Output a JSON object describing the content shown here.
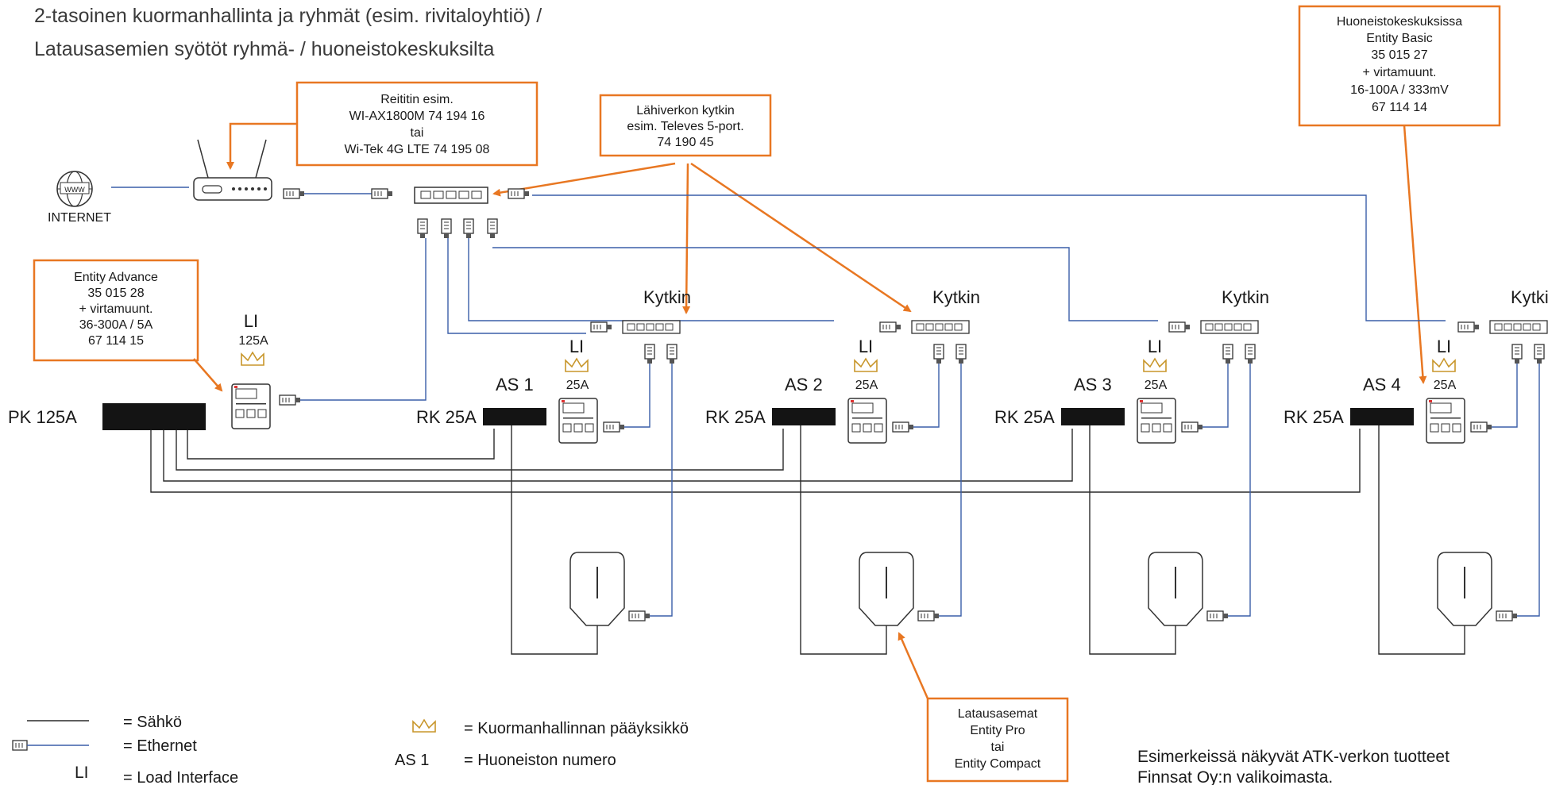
{
  "title": {
    "line1": "2-tasoinen kuormanhallinta ja ryhmät (esim. rivitaloyhtiö) /",
    "line2": "Latausasemien syötöt ryhmä- / huoneistokeskuksilta"
  },
  "callouts": {
    "router": [
      "Reititin esim.",
      "WI-AX1800M 74 194 16",
      "tai",
      "Wi-Tek 4G LTE 74 195 08"
    ],
    "lan_switch": [
      "Lähiverkon kytkin",
      "esim. Televes 5-port.",
      "74 190 45"
    ],
    "entity_advance": [
      "Entity Advance",
      "35 015 28",
      "+ virtamuunt.",
      "36-300A / 5A",
      "67 114 15"
    ],
    "entity_basic": [
      "Huoneistokeskuksissa",
      "Entity Basic",
      "35 015 27",
      "+ virtamuunt.",
      "16-100A / 333mV",
      "67 114 14"
    ],
    "chargers": [
      "Latausasemat",
      "Entity Pro",
      "tai",
      "Entity Compact"
    ]
  },
  "internet_label": "INTERNET",
  "www_label": "WWW",
  "main_panel": {
    "label": "PK 125A",
    "li": "LI",
    "li_current": "125A"
  },
  "units": [
    {
      "apartment": "AS 1",
      "panel": "RK 25A",
      "switch": "Kytkin",
      "li": "LI",
      "li_current": "25A"
    },
    {
      "apartment": "AS 2",
      "panel": "RK 25A",
      "switch": "Kytkin",
      "li": "LI",
      "li_current": "25A"
    },
    {
      "apartment": "AS 3",
      "panel": "RK 25A",
      "switch": "Kytkin",
      "li": "LI",
      "li_current": "25A"
    },
    {
      "apartment": "AS 4",
      "panel": "RK 25A",
      "switch": "Kytkin",
      "li": "LI",
      "li_current": "25A"
    }
  ],
  "legend": {
    "electric": "= Sähkö",
    "ethernet": "= Ethernet",
    "li_symbol": "LI",
    "li_text": "= Load Interface",
    "crown_text": "= Kuormanhallinnan pääyksikkö",
    "as_symbol": "AS 1",
    "as_text": "= Huoneiston numero"
  },
  "footnote": [
    "Esimerkeissä näkyvät ATK-verkon tuotteet",
    "Finnsat Oy:n valikoimasta."
  ],
  "colors": {
    "callout": "#e87722",
    "ethernet": "#3a5ea8",
    "electric": "#2a2a2a",
    "crown": "#c8962a"
  }
}
